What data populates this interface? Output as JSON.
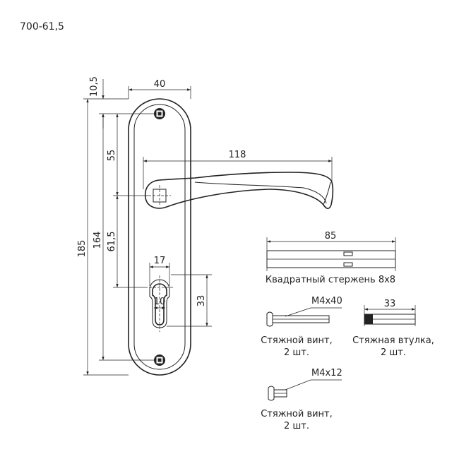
{
  "model_code": "700-61,5",
  "dimensions": {
    "top_offset": "10,5",
    "plate_width": "40",
    "handle_length": "118",
    "spindle_to_top": "55",
    "spindle_to_cylinder": "61,5",
    "mount_spacing": "164",
    "plate_height": "185",
    "cylinder_width": "17",
    "cylinder_inner": "10",
    "cylinder_height": "33"
  },
  "parts": {
    "square_rod": {
      "dim": "85",
      "caption": "Квадратный стержень 8х8"
    },
    "screw_long": {
      "size": "M4x40",
      "caption_line1": "Стяжной винт,",
      "caption_line2": "2 шт."
    },
    "bushing": {
      "dim": "33",
      "caption_line1": "Стяжная втулка,",
      "caption_line2": "2 шт."
    },
    "screw_short": {
      "size": "M4x12",
      "caption_line1": "Стяжной винт,",
      "caption_line2": "2 шт."
    }
  },
  "colors": {
    "line": "#222222",
    "background": "#ffffff"
  },
  "icons": [
    "arrow-icon"
  ]
}
